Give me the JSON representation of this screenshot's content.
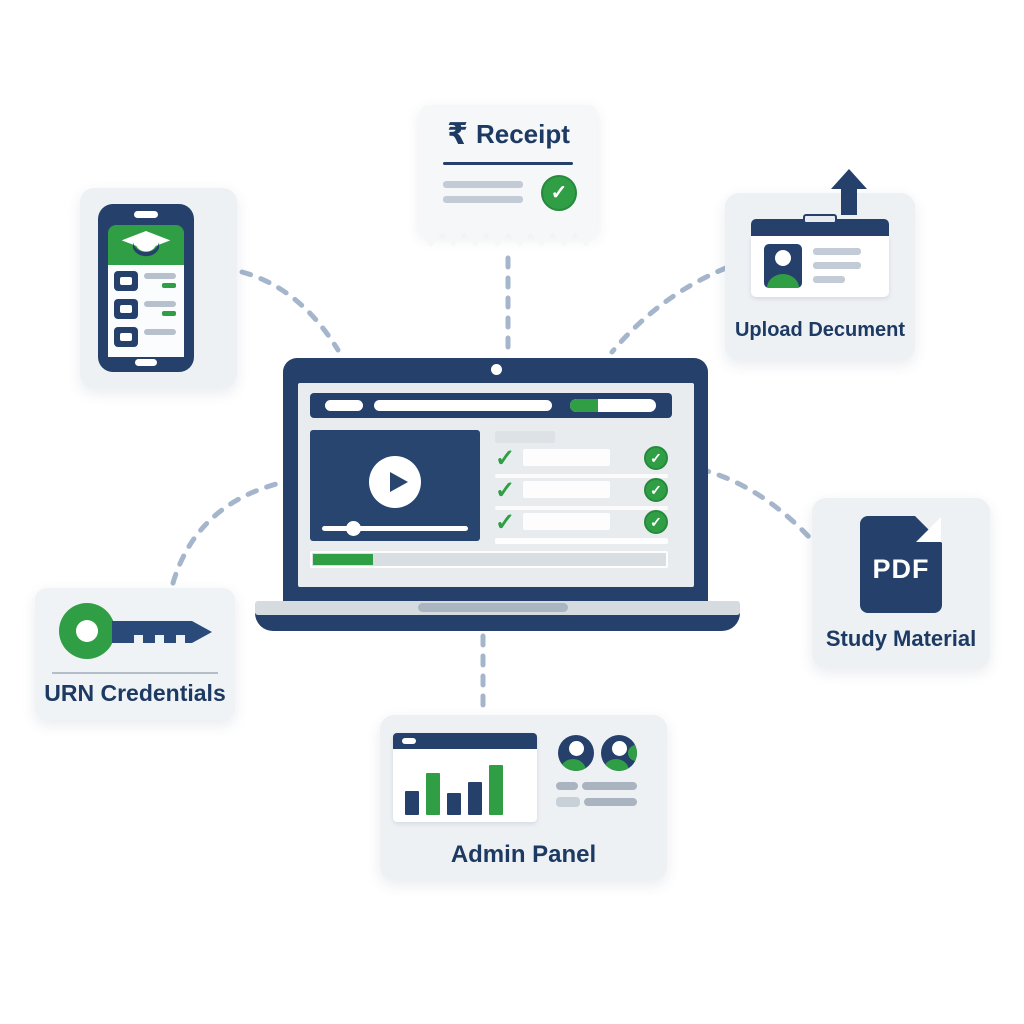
{
  "glyphs": {
    "check": "✓"
  },
  "colors": {
    "navy": "#24406b",
    "green": "#2f9e44",
    "text_navy": "#1d3a63",
    "card_bg": "#eef1f4",
    "connector": "#8fa3bf"
  },
  "cards": {
    "receipt": {
      "currency": "₹",
      "label": "Receipt"
    },
    "upload": {
      "label": "Upload Decument"
    },
    "pdf": {
      "badge": "PDF",
      "label": "Study Material"
    },
    "credentials": {
      "label": "URN Credentials"
    },
    "admin": {
      "label": "Admin Panel",
      "chart_bars": [
        {
          "color": "navy",
          "h": 24
        },
        {
          "color": "green",
          "h": 42
        },
        {
          "color": "navy",
          "h": 22
        },
        {
          "color": "navy",
          "h": 33
        },
        {
          "color": "green",
          "h": 50
        }
      ]
    }
  }
}
